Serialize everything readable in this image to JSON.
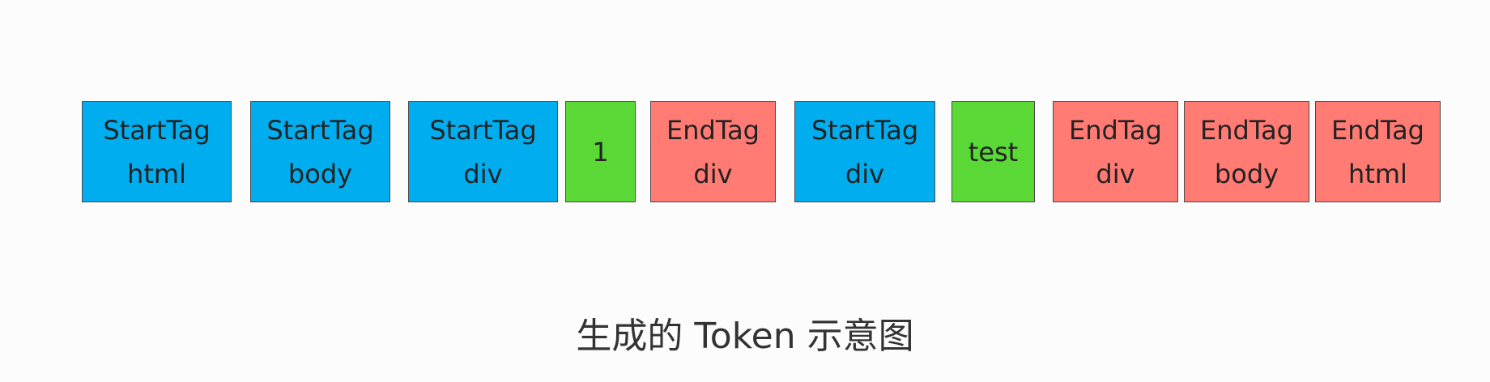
{
  "colors": {
    "start_tag": "#00aeef",
    "end_tag": "#ff7b74",
    "text_token": "#5ad836",
    "border": "#4a4a4a",
    "background": "#fcfcfc"
  },
  "tokens": [
    {
      "kind": "start_tag",
      "line1": "StartTag",
      "line2": "html"
    },
    {
      "kind": "start_tag",
      "line1": "StartTag",
      "line2": "body"
    },
    {
      "kind": "start_tag",
      "line1": "StartTag",
      "line2": "div"
    },
    {
      "kind": "text_token",
      "line1": "1",
      "line2": ""
    },
    {
      "kind": "end_tag",
      "line1": "EndTag",
      "line2": "div"
    },
    {
      "kind": "start_tag",
      "line1": "StartTag",
      "line2": "div"
    },
    {
      "kind": "text_token",
      "line1": "test",
      "line2": ""
    },
    {
      "kind": "end_tag",
      "line1": "EndTag",
      "line2": "div"
    },
    {
      "kind": "end_tag",
      "line1": "EndTag",
      "line2": "body"
    },
    {
      "kind": "end_tag",
      "line1": "EndTag",
      "line2": "html"
    }
  ],
  "caption": "生成的 Token 示意图"
}
